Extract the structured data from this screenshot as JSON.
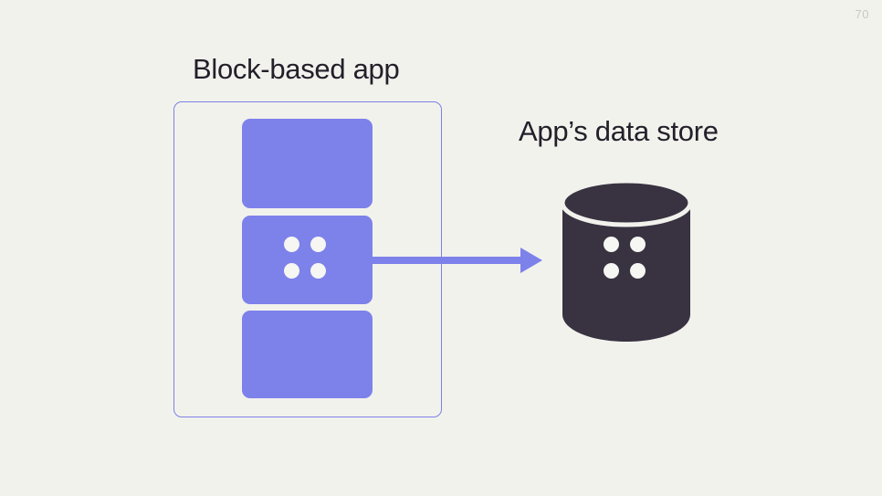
{
  "slide": {
    "page_number": "70",
    "background_color": "#f2f2ed",
    "accent_color": "#7d81ea",
    "dark_color": "#393241",
    "dot_color": "#f6f6f2"
  },
  "diagram": {
    "type": "flow",
    "left_group": {
      "title": "Block-based app",
      "container_label": "app-boundary",
      "blocks": [
        {
          "id": "block-top",
          "label": "",
          "has_dots": false
        },
        {
          "id": "block-middle",
          "label": "",
          "has_dots": true,
          "dot_count": 4
        },
        {
          "id": "block-bottom",
          "label": "",
          "has_dots": false
        }
      ]
    },
    "connector": {
      "label": "",
      "direction": "right",
      "from": "block-middle",
      "to": "data-store"
    },
    "right_group": {
      "title": "App’s data store",
      "shape": "cylinder",
      "dot_count": 4
    }
  }
}
